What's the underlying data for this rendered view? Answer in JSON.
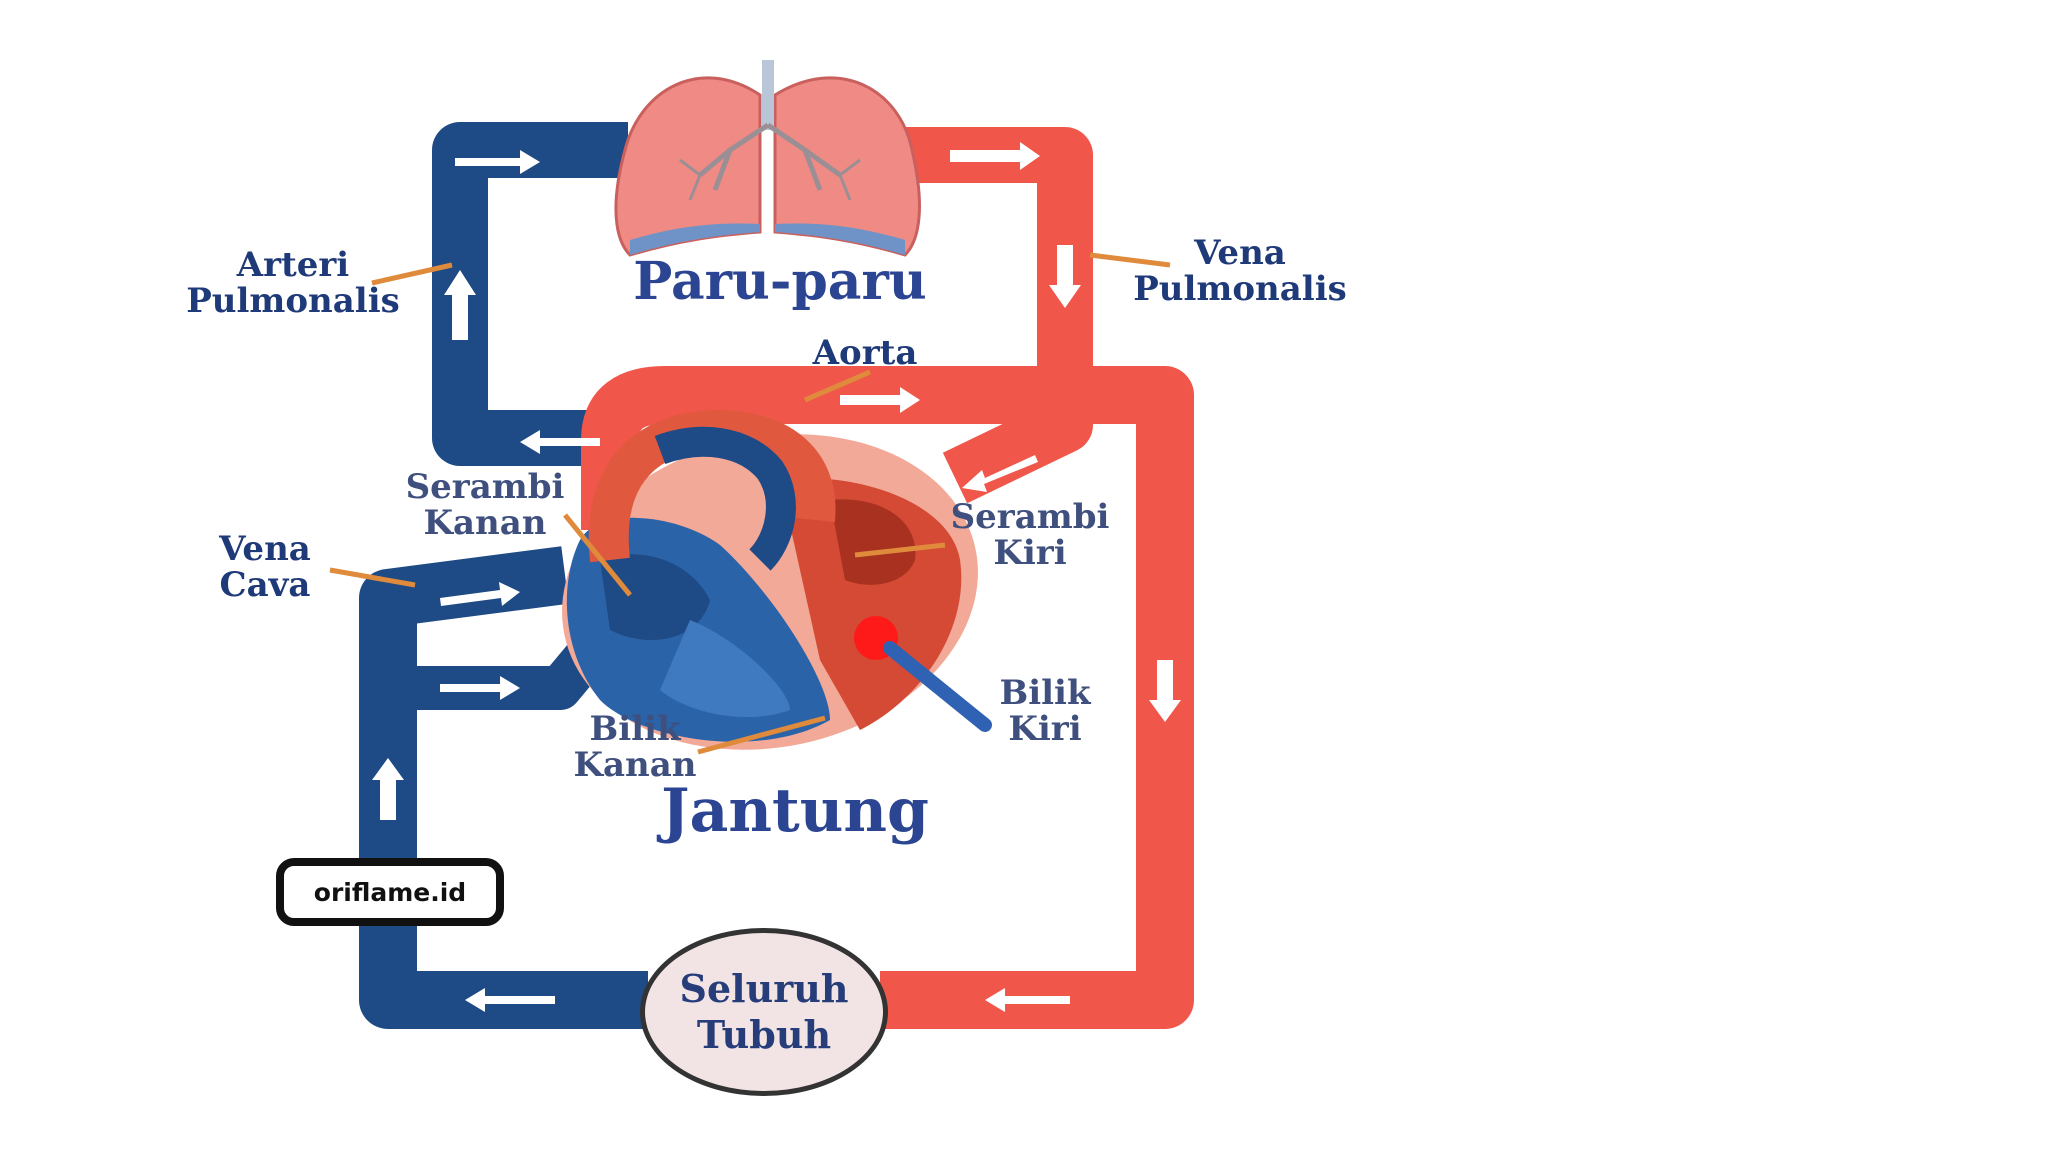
{
  "labels": {
    "lungs": "Paru-paru",
    "pulmonary_artery": [
      "Arteri",
      "Pulmonalis"
    ],
    "pulmonary_vein": [
      "Vena",
      "Pulmonalis"
    ],
    "aorta": "Aorta",
    "right_atrium": [
      "Serambi",
      "Kanan"
    ],
    "left_atrium": [
      "Serambi",
      "Kiri"
    ],
    "vena_cava": [
      "Vena",
      "Cava"
    ],
    "right_ventricle": [
      "Bilik",
      "Kanan"
    ],
    "left_ventricle": [
      "Bilik",
      "Kiri"
    ],
    "heart": "Jantung",
    "whole_body": [
      "Seluruh",
      "Tubuh"
    ]
  },
  "watermark": "oriflame.id",
  "colors": {
    "deoxygenated": "#1e4a86",
    "oxygenated": "#f0574a",
    "label_text": "#263d7a",
    "leader_line": "#e08a3c"
  }
}
